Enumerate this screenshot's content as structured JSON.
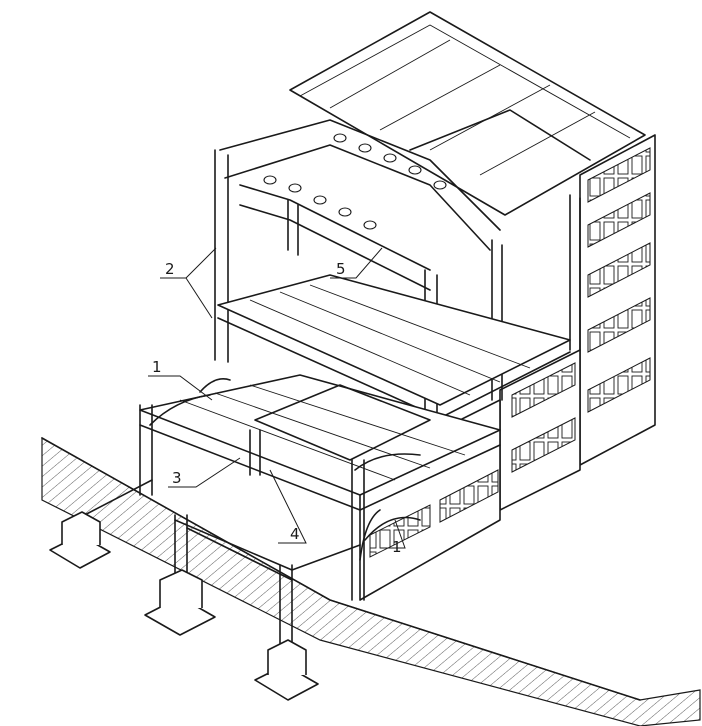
{
  "callouts": [
    {
      "id": "c1a",
      "text": "1"
    },
    {
      "id": "c2",
      "text": "2"
    },
    {
      "id": "c3",
      "text": "3"
    },
    {
      "id": "c4",
      "text": "4"
    },
    {
      "id": "c5",
      "text": "5"
    },
    {
      "id": "c1b",
      "text": "1"
    }
  ]
}
